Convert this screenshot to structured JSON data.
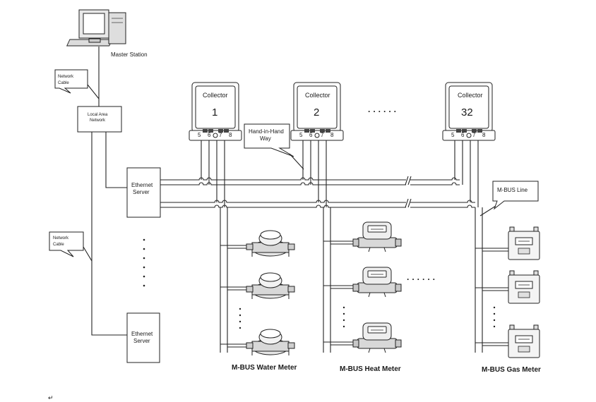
{
  "master_station": {
    "label": "Master Station",
    "icon": "computer-icon"
  },
  "callouts": {
    "network_cable_top": [
      "Network",
      "Cable"
    ],
    "network_cable_bottom": [
      "Network",
      "Cable"
    ],
    "hand_in_hand": [
      "Hand-in-Hand",
      "Way"
    ],
    "mbus_line": "M-BUS Line"
  },
  "local_area_network": [
    "Local  Area",
    "Network"
  ],
  "ethernet_servers": [
    {
      "lines": [
        "Ethernet",
        "Server"
      ]
    },
    {
      "lines": [
        "Ethernet",
        "Server"
      ]
    }
  ],
  "collectors": [
    {
      "title": "Collector",
      "number": "1",
      "terminals": [
        "5",
        "6",
        "7",
        "8"
      ]
    },
    {
      "title": "Collector",
      "number": "2",
      "terminals": [
        "5",
        "6",
        "7",
        "8"
      ]
    },
    {
      "title": "Collector",
      "number": "32",
      "terminals": [
        "5",
        "6",
        "7",
        "8"
      ]
    }
  ],
  "ellipsis": "· · · · · ·",
  "meter_groups": [
    {
      "caption": "M-BUS Water Meter",
      "icon": "water-meter-icon"
    },
    {
      "caption": "M-BUS Heat Meter",
      "icon": "heat-meter-icon"
    },
    {
      "caption": "M-BUS Gas Meter",
      "icon": "gas-meter-icon"
    }
  ],
  "footer_mark": "↵"
}
